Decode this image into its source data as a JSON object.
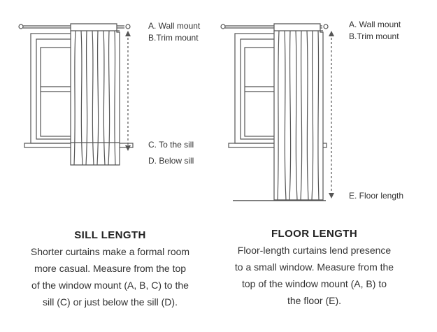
{
  "sill_panel": {
    "labels": {
      "wall_mount": "A. Wall mount",
      "trim_mount": "B.Trim mount",
      "to_sill": "C. To the sill",
      "below_sill": "D. Below sill"
    },
    "title": "SILL LENGTH",
    "description_lines": [
      "Shorter curtains make a formal room",
      "more casual. Measure from the top",
      "of the window mount (A, B, C) to the",
      "sill (C) or just below the sill (D)."
    ]
  },
  "floor_panel": {
    "labels": {
      "wall_mount": "A. Wall mount",
      "trim_mount": "B.Trim mount",
      "floor_length": "E. Floor length"
    },
    "title": "FLOOR LENGTH",
    "description_lines": [
      "Floor-length curtains lend presence",
      "to a small window. Measure from the",
      "top of the window mount (A, B) to",
      "the floor (E)."
    ]
  },
  "colors": {
    "line": "#555555",
    "text": "#333333",
    "curtain_fill": "#ffffff"
  }
}
